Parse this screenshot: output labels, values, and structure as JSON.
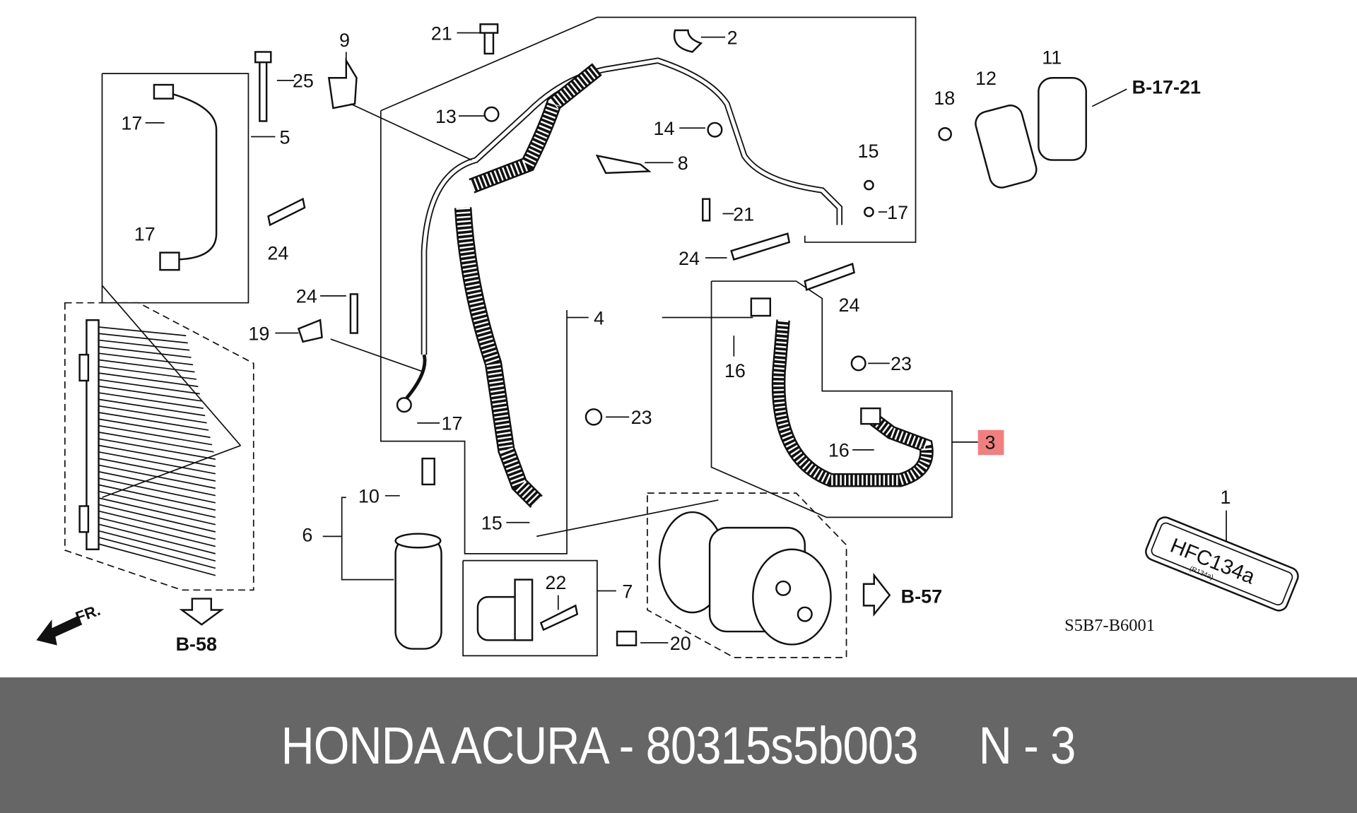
{
  "diagram": {
    "callouts": {
      "p1": "1",
      "p2": "2",
      "p3": "3",
      "p4": "4",
      "p5": "5",
      "p6": "6",
      "p7": "7",
      "p8": "8",
      "p9": "9",
      "p10": "10",
      "p11": "11",
      "p12": "12",
      "p13": "13",
      "p14": "14",
      "p15a": "15",
      "p15b": "15",
      "p16a": "16",
      "p16b": "16",
      "p17a": "17",
      "p17b": "17",
      "p17c": "17",
      "p17d": "17",
      "p18": "18",
      "p19": "19",
      "p20": "20",
      "p21a": "21",
      "p21b": "21",
      "p22": "22",
      "p23a": "23",
      "p23b": "23",
      "p24a": "24",
      "p24b": "24",
      "p24c": "24",
      "p24d": "24",
      "p25": "25"
    },
    "references": {
      "b1721": "B-17-21",
      "b57": "B-57",
      "b58": "B-58"
    },
    "front_marker": "FR.",
    "label_text": "HFC134a",
    "label_subtext": "(R134a)",
    "diagram_code": "S5B7-B6001",
    "highlight_color": "#f08080"
  },
  "footer": {
    "caption": "HONDA ACURA - 80315s5b003     N - 3"
  }
}
